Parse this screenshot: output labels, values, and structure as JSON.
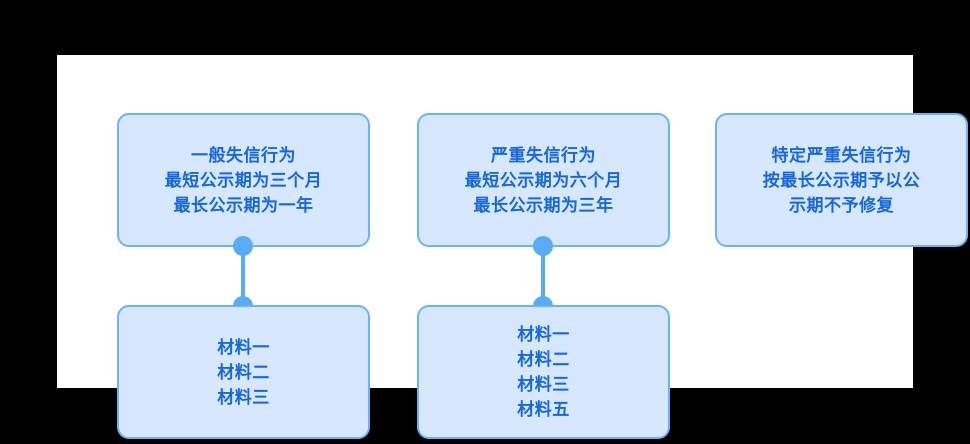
{
  "colors": {
    "page_background": "#000000",
    "canvas_background": "#ffffff",
    "node_fill": "#d7e7fd",
    "node_border": "#6cb2f7",
    "node_text": "#1668dc",
    "connector": "#5aabf5"
  },
  "diagram": {
    "columns": [
      {
        "id": "column-1",
        "category": {
          "text": "一般失信行为\n最短公示期为三个月\n最长公示期为一年"
        },
        "materials": {
          "text": "材料一\n材料二\n材料三"
        },
        "has_connector": true
      },
      {
        "id": "column-2",
        "category": {
          "text": "严重失信行为\n最短公示期为六个月\n最长公示期为三年"
        },
        "materials": {
          "text": "材料一\n材料二\n材料三\n材料五"
        },
        "has_connector": true
      },
      {
        "id": "column-3",
        "category": {
          "text": "特定严重失信行为\n按最长公示期予以公\n示期不予修复"
        },
        "materials": null,
        "has_connector": false
      }
    ]
  }
}
